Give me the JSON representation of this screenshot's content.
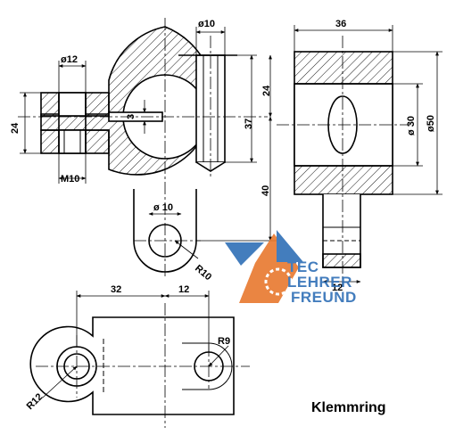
{
  "title": "Klemmring",
  "dimensions": {
    "d10_top": "ø10",
    "d12": "ø12",
    "d24_left": "24",
    "d3": "3",
    "m10": "M10",
    "d24_mid": "24",
    "d37": "37",
    "d40": "40",
    "d10_lug": "ø 10",
    "r10": "R10",
    "d36": "36",
    "d30": "ø 30",
    "d50": "ø50",
    "d12_side": "12",
    "d32": "32",
    "d12_top": "12",
    "r9": "R9",
    "r12": "R12"
  },
  "logo": {
    "line1": "TEC",
    "line2": "LEHRER",
    "line3": "FREUND",
    "colors": {
      "orange": "#e8782e",
      "blue": "#2f6fb6"
    }
  }
}
